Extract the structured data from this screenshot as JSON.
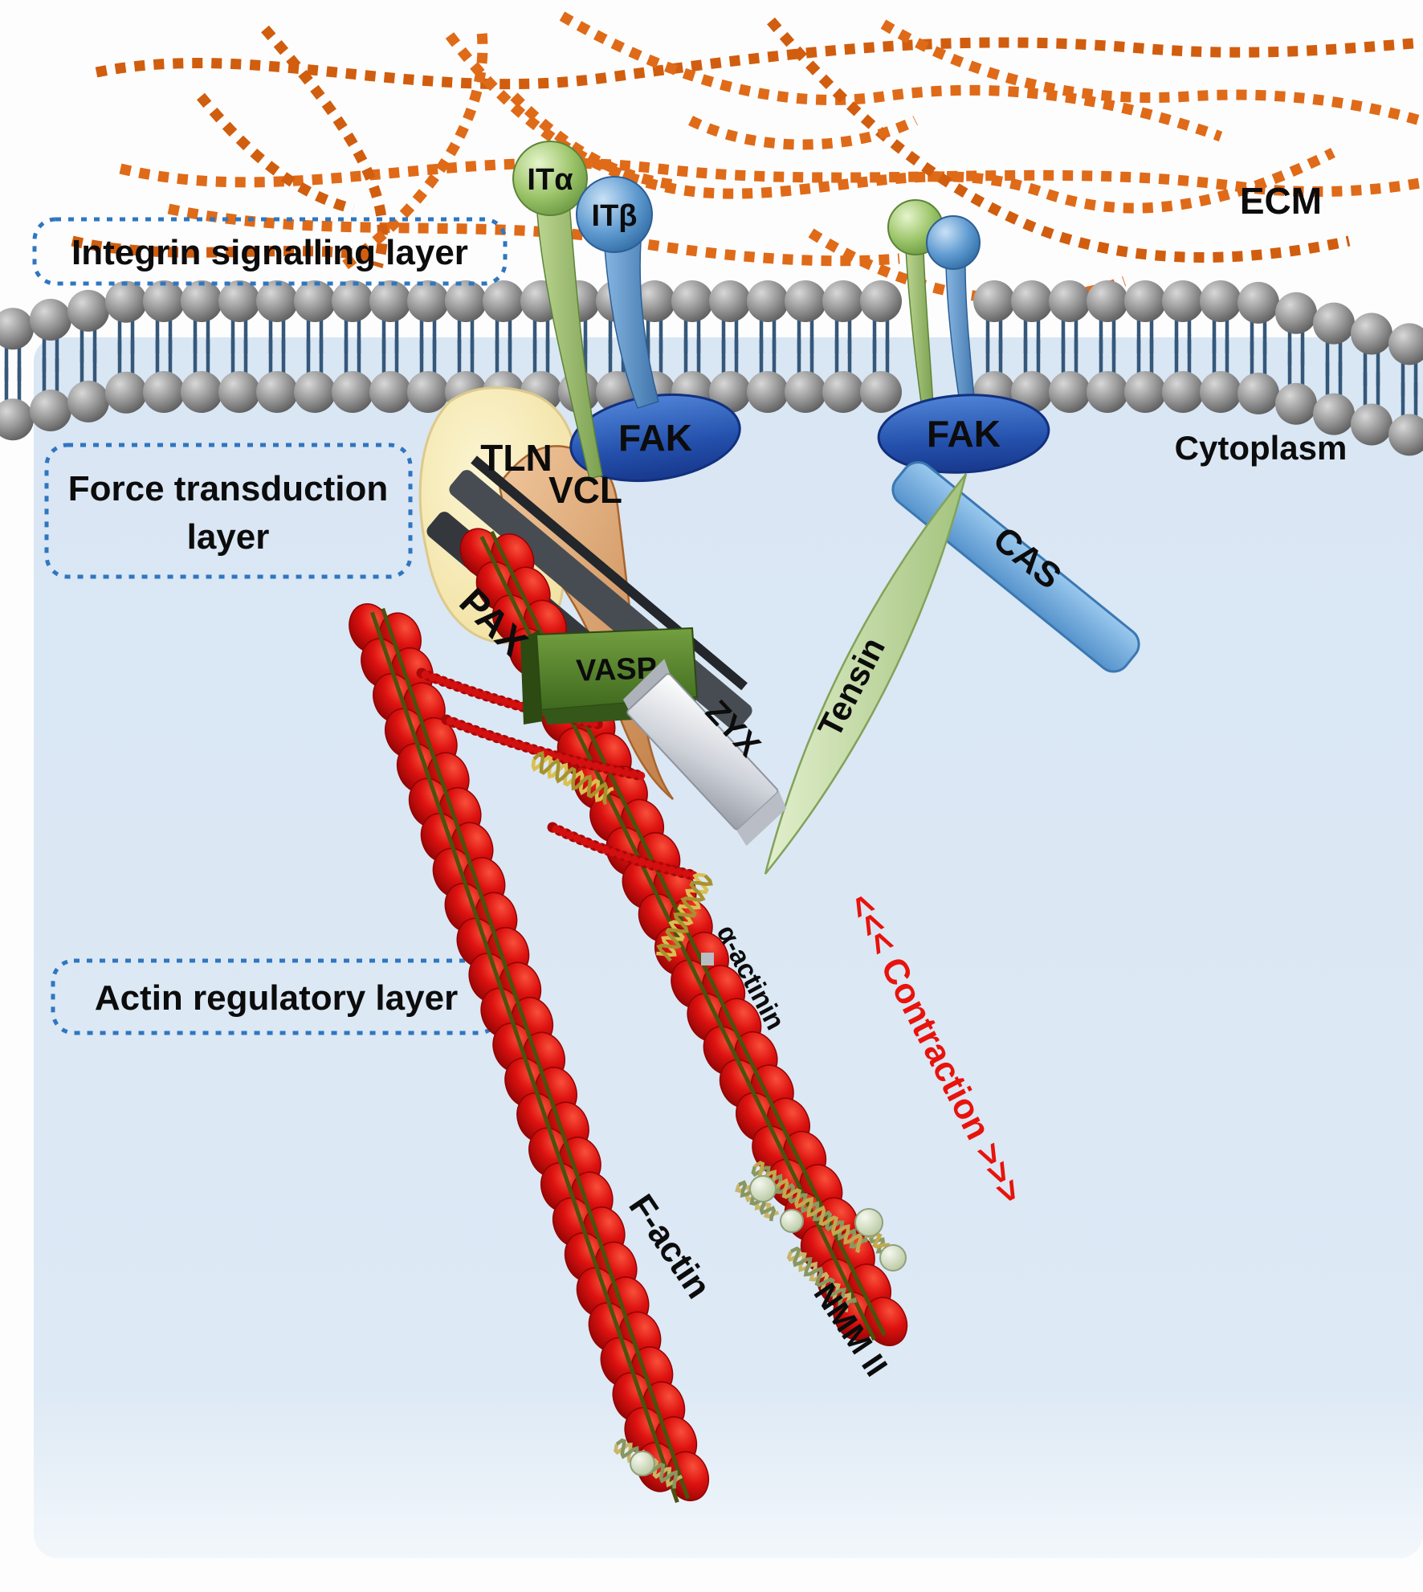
{
  "layers": {
    "integrin": "Integrin signalling layer",
    "force1": "Force transduction",
    "force2": "layer",
    "actin": "Actin regulatory layer"
  },
  "env": {
    "ecm": "ECM",
    "cytoplasm": "Cytoplasm"
  },
  "proteins": {
    "it_alpha": "ITα",
    "it_beta": "ITβ",
    "fak_left": "FAK",
    "fak_right": "FAK",
    "tln": "TLN",
    "vcl": "VCL",
    "pax": "PAX",
    "vasp": "VASP",
    "zyx": "ZYX",
    "tensin": "Tensin",
    "cas": "CAS",
    "alpha_actinin": "α-actinin",
    "f_actin": "F-actin",
    "nmm2": "NMM II"
  },
  "annot": {
    "contraction": "<<< Contraction >>>"
  },
  "colors": {
    "ecm_fiber": "#df6a18",
    "ecm_fiber_dark": "#d15d0e",
    "cytoplasm_bg": "#dbe7f4",
    "layer_box_border": "#2f76c0",
    "membrane_head": "#8a8a8a",
    "membrane_tail": "#35587a",
    "fak_blue": "#2451ad",
    "integrin_alpha_green": "#9cc56a",
    "integrin_beta_blue": "#5f9ad0",
    "tln_yellow": "#f6ecb6",
    "vcl_tan": "#d9975f",
    "vasp_green": "#527f26",
    "zyx_silver": "#d6d9de",
    "tensin_green": "#c3dba0",
    "cas_blue": "#74aede",
    "actin_red": "#d40f0f",
    "actin_string_olive": "#4d520e",
    "myosin_pale": "#d9e3c6",
    "contraction_red": "#e8130c",
    "label_black": "#0c0c0c"
  }
}
